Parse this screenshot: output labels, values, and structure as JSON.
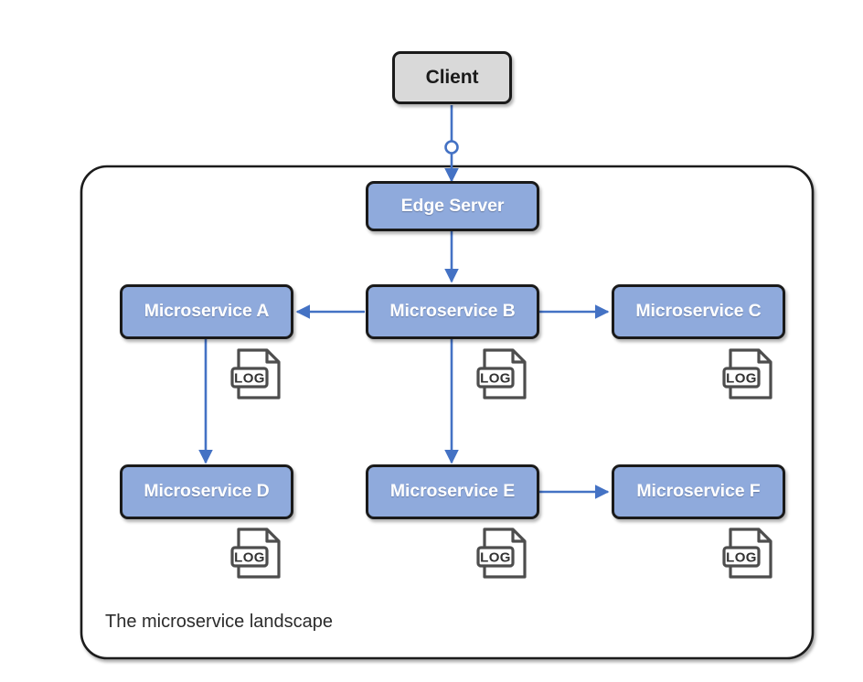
{
  "diagram": {
    "title": "The microservice landscape",
    "container_label": "The microservice landscape",
    "colors": {
      "service_fill": "#8FAADC",
      "client_fill": "#D9D9D9",
      "node_border": "#1A1A1A",
      "connector": "#4472C4",
      "container_border": "#1A1A1A",
      "icon_stroke": "#4D4D4D",
      "service_text": "#FFFFFF",
      "client_text": "#1A1A1A",
      "caption_text": "#2B2B2B",
      "background": "#FFFFFF"
    }
  },
  "nodes": {
    "client": {
      "label": "Client",
      "type": "client"
    },
    "edge_server": {
      "label": "Edge Server",
      "type": "service"
    },
    "service_a": {
      "label": "Microservice A",
      "type": "service"
    },
    "service_b": {
      "label": "Microservice B",
      "type": "service"
    },
    "service_c": {
      "label": "Microservice C",
      "type": "service"
    },
    "service_d": {
      "label": "Microservice D",
      "type": "service"
    },
    "service_e": {
      "label": "Microservice E",
      "type": "service"
    },
    "service_f": {
      "label": "Microservice F",
      "type": "service"
    }
  },
  "log_icons": [
    {
      "id": "log-a",
      "label": "LOG",
      "belongs_to": "Microservice A"
    },
    {
      "id": "log-b",
      "label": "LOG",
      "belongs_to": "Microservice B"
    },
    {
      "id": "log-c",
      "label": "LOG",
      "belongs_to": "Microservice C"
    },
    {
      "id": "log-d",
      "label": "LOG",
      "belongs_to": "Microservice D"
    },
    {
      "id": "log-e",
      "label": "LOG",
      "belongs_to": "Microservice E"
    },
    {
      "id": "log-f",
      "label": "LOG",
      "belongs_to": "Microservice F"
    }
  ],
  "connections": [
    {
      "from": "Client",
      "to": "Edge Server",
      "direction": "down",
      "boundary_marker": "circle"
    },
    {
      "from": "Edge Server",
      "to": "Microservice B",
      "direction": "down"
    },
    {
      "from": "Microservice B",
      "to": "Microservice A",
      "direction": "left"
    },
    {
      "from": "Microservice B",
      "to": "Microservice C",
      "direction": "right"
    },
    {
      "from": "Microservice A",
      "to": "Microservice D",
      "direction": "down"
    },
    {
      "from": "Microservice B",
      "to": "Microservice E",
      "direction": "down"
    },
    {
      "from": "Microservice E",
      "to": "Microservice F",
      "direction": "right"
    }
  ]
}
